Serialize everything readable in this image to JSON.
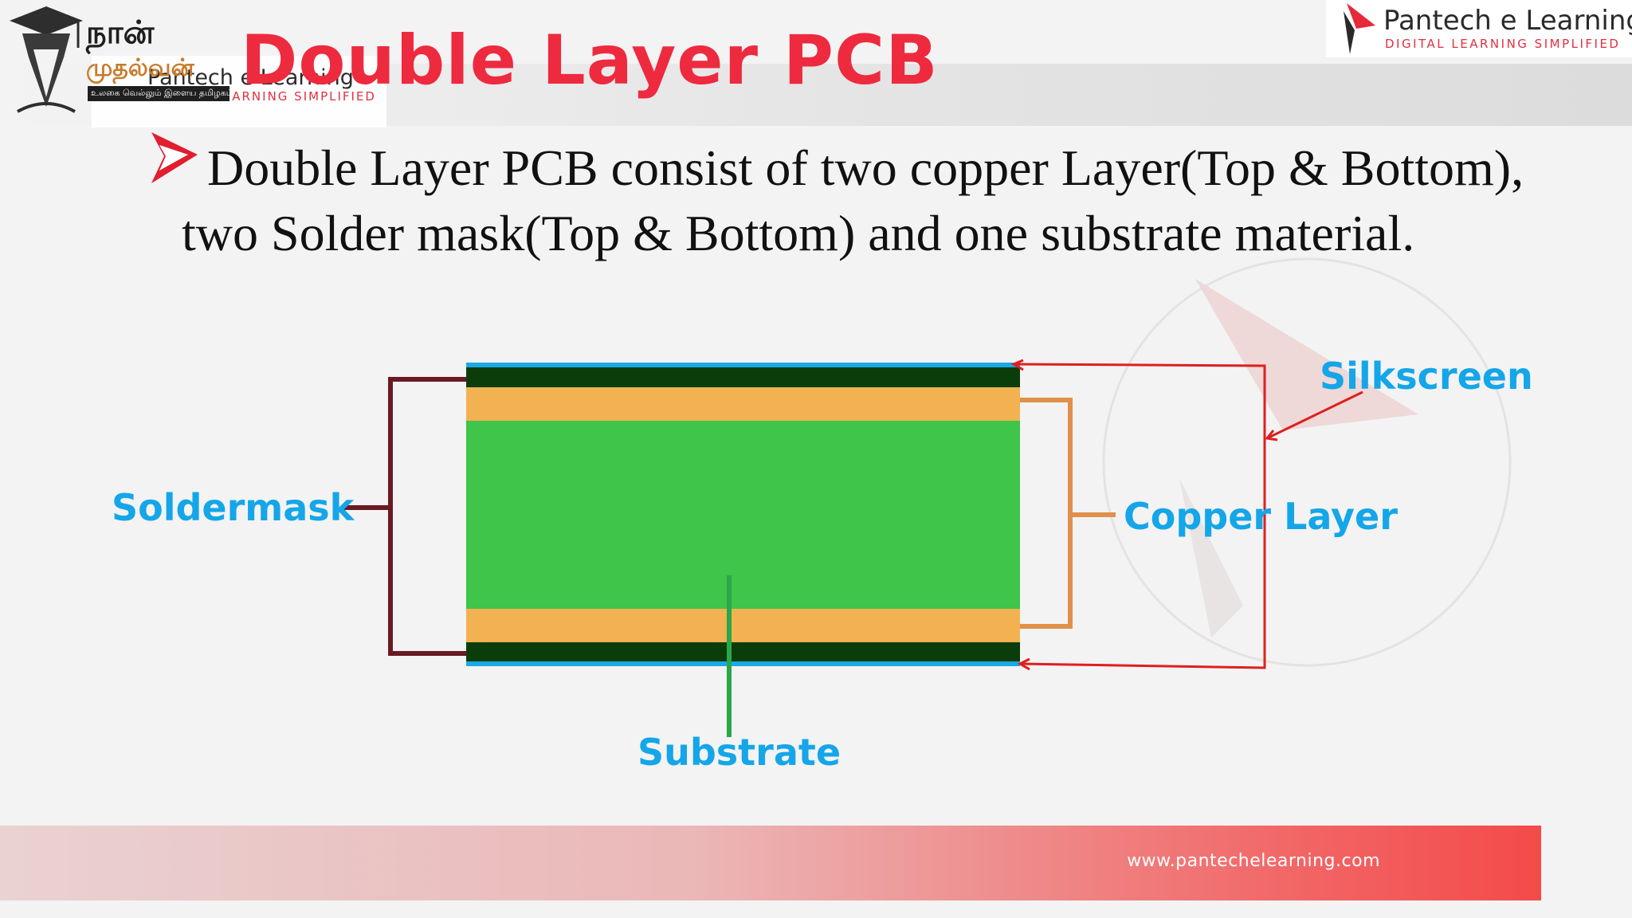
{
  "title": "Double Layer PCB",
  "watermark": {
    "name": "Pantech e Learning",
    "tagline": "DIGITAL LEARNING SIMPLIFIED"
  },
  "naan_mudhalvan": {
    "line1": "நான்",
    "line2": "முதல்வன்",
    "line3": "உலகை வெல்லும் இளைய தமிழகம்"
  },
  "pantech": {
    "name": "Pantech e Learning",
    "tagline": "DIGITAL LEARNING SIMPLIFIED"
  },
  "bullet": {
    "text": "Double Layer PCB consist of two copper Layer(Top & Bottom), two Solder mask(Top & Bottom) and one substrate material."
  },
  "diagram": {
    "labels": {
      "silkscreen": "Silkscreen",
      "soldermask": "Soldermask",
      "copper": "Copper Layer",
      "substrate": "Substrate"
    },
    "colors": {
      "silkscreen": "#1aa9e6",
      "soldermask": "#0b3d0b",
      "copper": "#f2b252",
      "substrate": "#3ec54a",
      "soldermask_bracket": "#6a1a24",
      "copper_bracket": "#e0904a",
      "silkscreen_arrow": "#e01e1e",
      "substrate_pointer": "#2aa74a",
      "label": "#14a6e8"
    }
  },
  "footer": {
    "url": "www.pantechelearning.com"
  },
  "colors": {
    "title": "#ee2a3f",
    "footer_end": "#f44a4a",
    "background": "#f3f3f3"
  }
}
